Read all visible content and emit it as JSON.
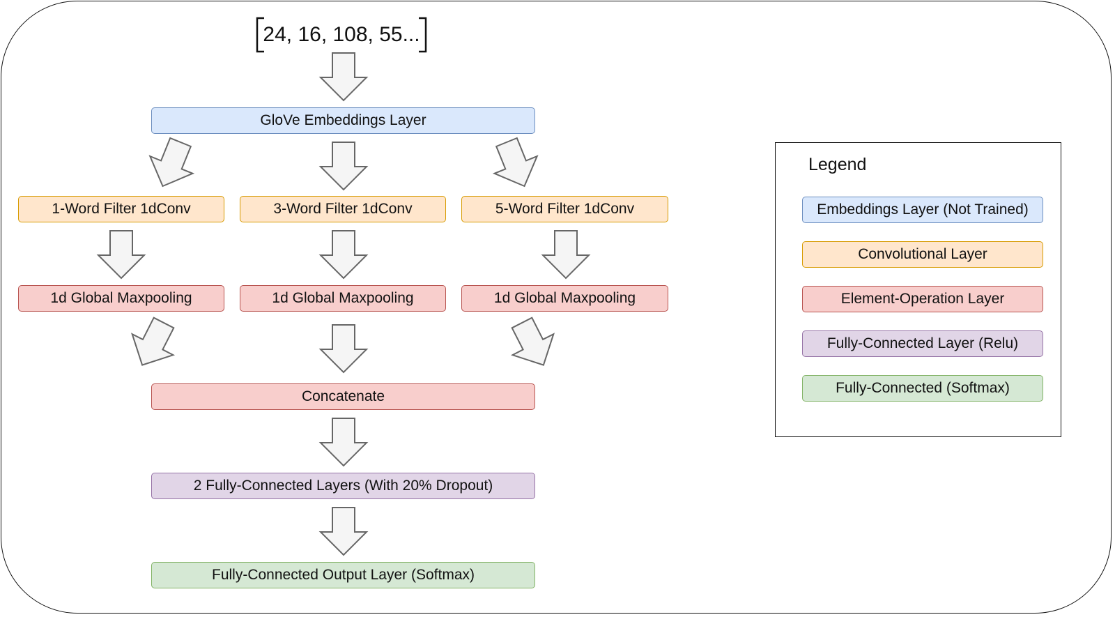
{
  "input_sequence": "24, 16, 108, 55...",
  "layers": {
    "embedding": "GloVe Embeddings Layer",
    "conv_1": "1-Word Filter 1dConv",
    "conv_3": "3-Word Filter 1dConv",
    "conv_5": "5-Word Filter 1dConv",
    "pool_1": "1d Global Maxpooling",
    "pool_3": "1d Global Maxpooling",
    "pool_5": "1d Global Maxpooling",
    "concat": "Concatenate",
    "dense": "2 Fully-Connected Layers (With 20% Dropout)",
    "output": "Fully-Connected Output Layer (Softmax)"
  },
  "legend": {
    "title": "Legend",
    "items": [
      {
        "label": "Embeddings Layer (Not Trained)",
        "color": "#dae8fc"
      },
      {
        "label": "Convolutional Layer",
        "color": "#ffe6cc"
      },
      {
        "label": "Element-Operation Layer",
        "color": "#f8cecc"
      },
      {
        "label": "Fully-Connected Layer (Relu)",
        "color": "#e1d5e7"
      },
      {
        "label": "Fully-Connected (Softmax)",
        "color": "#d5e8d4"
      }
    ]
  },
  "colors": {
    "embedding": "#dae8fc",
    "convolution": "#ffe6cc",
    "element_operation": "#f8cecc",
    "fully_connected_relu": "#e1d5e7",
    "fully_connected_softmax": "#d5e8d4",
    "arrow_fill": "#f5f5f5",
    "arrow_stroke": "#666666"
  }
}
